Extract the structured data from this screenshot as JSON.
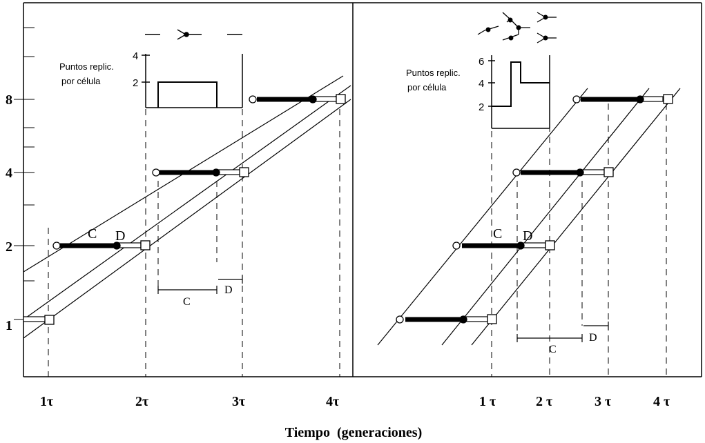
{
  "y_axis_labels": [
    "1",
    "2",
    "4",
    "8"
  ],
  "left_panel": {
    "x_ticks": [
      "1τ",
      "2τ",
      "3τ",
      "4τ"
    ],
    "C_label": "C",
    "D_label": "D",
    "bracket_C": "C",
    "bracket_D": "D",
    "inset": {
      "title_line1": "Puntos replic.",
      "title_line2": "por célula",
      "y_ticks": [
        "2",
        "4"
      ]
    }
  },
  "right_panel": {
    "x_ticks": [
      "1 τ",
      "2 τ",
      "3 τ",
      "4 τ"
    ],
    "C_label": "C",
    "D_label": "D",
    "bracket_C": "C",
    "bracket_D": "D",
    "inset": {
      "title_line1": "Puntos replic.",
      "title_line2": "por célula",
      "y_ticks": [
        "2",
        "4",
        "6"
      ]
    }
  },
  "x_axis_title": "Tiempo  (generaciones)"
}
